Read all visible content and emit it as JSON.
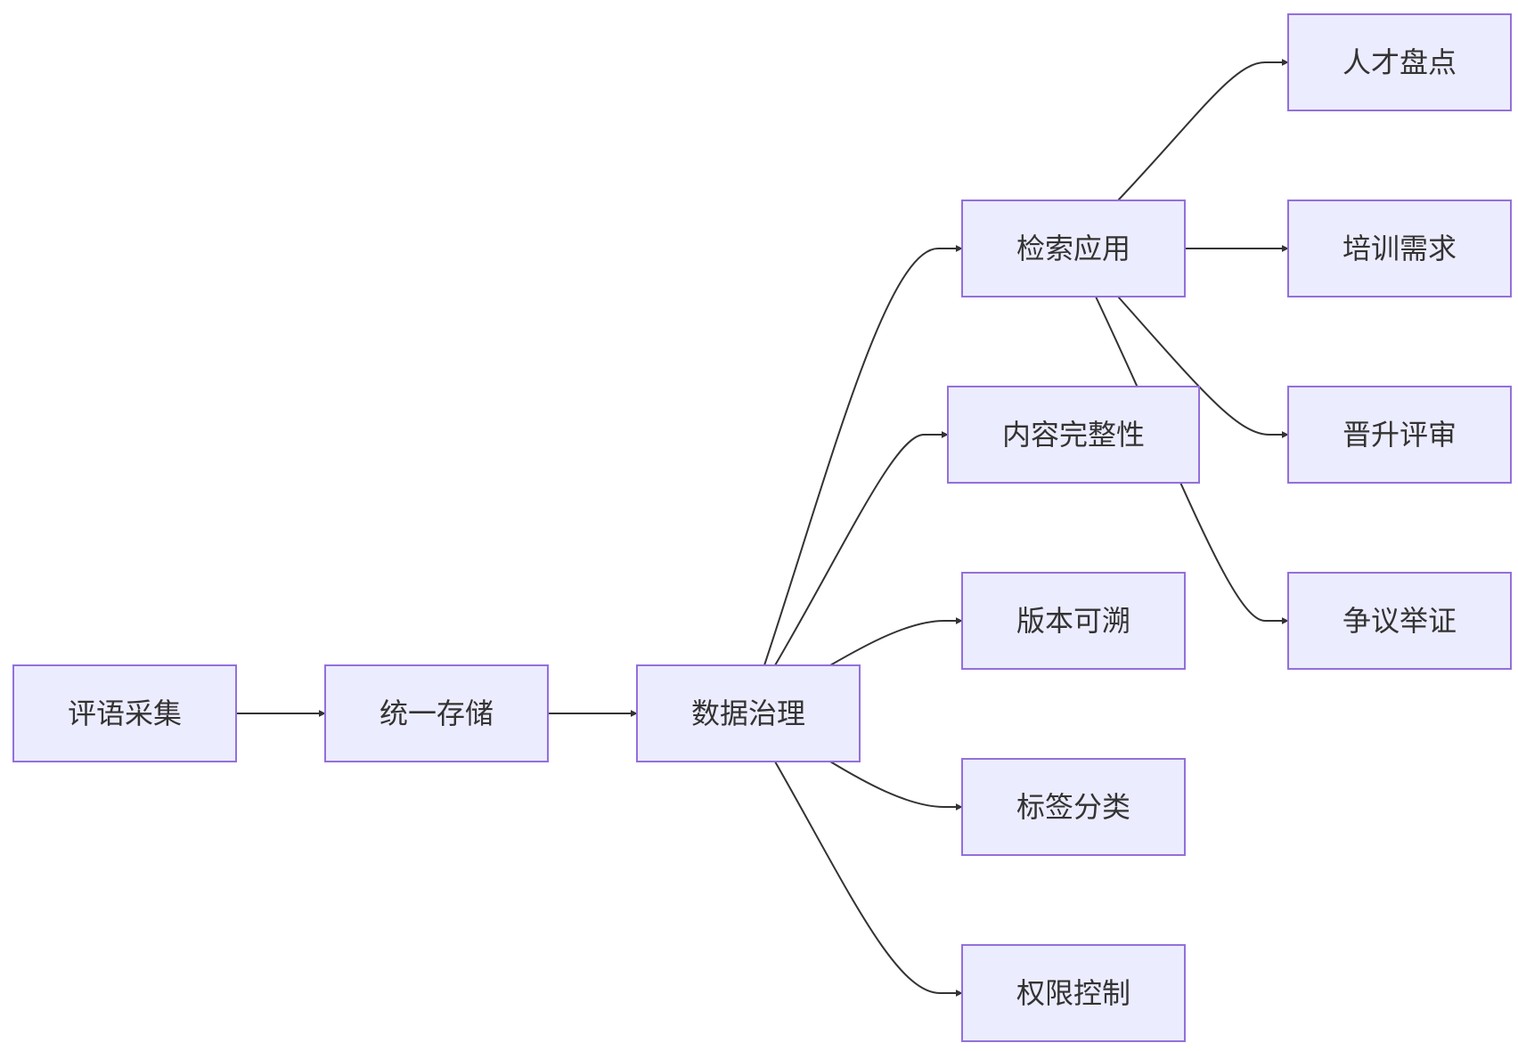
{
  "diagram": {
    "type": "flowchart",
    "direction": "left-to-right",
    "colors": {
      "node_fill": "#ececff",
      "node_stroke": "#9370db",
      "edge": "#333333",
      "text": "#333333"
    },
    "nodes": [
      {
        "id": "collect",
        "label": "评语采集"
      },
      {
        "id": "store",
        "label": "统一存储"
      },
      {
        "id": "govern",
        "label": "数据治理"
      },
      {
        "id": "search",
        "label": "检索应用"
      },
      {
        "id": "integrity",
        "label": "内容完整性"
      },
      {
        "id": "version",
        "label": "版本可溯"
      },
      {
        "id": "tagging",
        "label": "标签分类"
      },
      {
        "id": "access",
        "label": "权限控制"
      },
      {
        "id": "talent",
        "label": "人才盘点"
      },
      {
        "id": "training",
        "label": "培训需求"
      },
      {
        "id": "promotion",
        "label": "晋升评审"
      },
      {
        "id": "dispute",
        "label": "争议举证"
      }
    ],
    "edges": [
      {
        "from": "collect",
        "to": "store"
      },
      {
        "from": "store",
        "to": "govern"
      },
      {
        "from": "govern",
        "to": "search"
      },
      {
        "from": "govern",
        "to": "integrity"
      },
      {
        "from": "govern",
        "to": "version"
      },
      {
        "from": "govern",
        "to": "tagging"
      },
      {
        "from": "govern",
        "to": "access"
      },
      {
        "from": "search",
        "to": "talent"
      },
      {
        "from": "search",
        "to": "training"
      },
      {
        "from": "search",
        "to": "promotion"
      },
      {
        "from": "search",
        "to": "dispute"
      }
    ]
  }
}
